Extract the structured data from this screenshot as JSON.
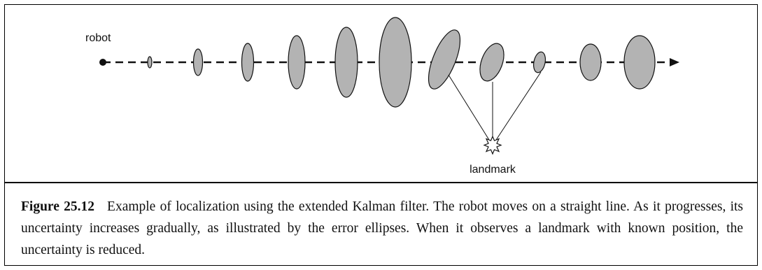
{
  "diagram": {
    "robot_label": "robot",
    "landmark_label": "landmark",
    "ellipse_fill": "#b3b3b3",
    "stroke_color": "#111111"
  },
  "caption": {
    "figure_number": "Figure 25.12",
    "text": "Example of localization using the extended Kalman filter. The robot moves on a straight line. As it progresses, its uncertainty increases gradually, as illustrated by the error ellipses. When it observes a landmark with known position, the uncertainty is reduced."
  }
}
